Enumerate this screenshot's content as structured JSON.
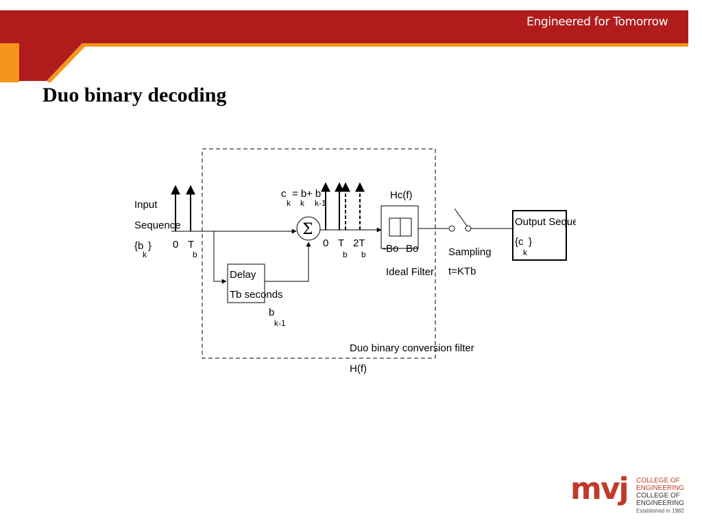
{
  "header": {
    "tagline": "Engineered for Tomorrow",
    "colors": {
      "band": "#b01c1c",
      "accent": "#f7941d"
    }
  },
  "slide": {
    "title": "Duo binary decoding"
  },
  "diagram": {
    "input_label": [
      "Input",
      "Sequence",
      "{b",
      "k",
      "}"
    ],
    "input_ticks": [
      "0",
      "T",
      "b"
    ],
    "equation": {
      "c": "c",
      "c_sub": "k",
      "eq": "= b",
      "b_sub": "k",
      "plus": "+ b",
      "b2_sub": "k-1"
    },
    "summer_symbol": "Σ",
    "delay_block": [
      "Delay",
      "Tb seconds"
    ],
    "delay_output": {
      "base": "b",
      "sub": "k-1"
    },
    "output_ticks": [
      "0",
      "T",
      "b",
      "2T",
      "b"
    ],
    "filter": {
      "title": "Hc(f)",
      "left": "-Bo",
      "right": "Bo",
      "caption": "Ideal Filter"
    },
    "sampler": [
      "Sampling",
      "t=KTb"
    ],
    "output_block": {
      "line1": "Output Sequence",
      "line2": "{c",
      "sub": "k",
      "close": "}"
    },
    "enclosure_caption": [
      "Duo binary conversion filter",
      "H(f)"
    ]
  },
  "logo": {
    "text": "mvj",
    "lines": [
      "COLLEGE OF",
      "ENGINEERING",
      "COLLEGE OF",
      "ENGINEERING",
      "Established in 1982"
    ]
  }
}
